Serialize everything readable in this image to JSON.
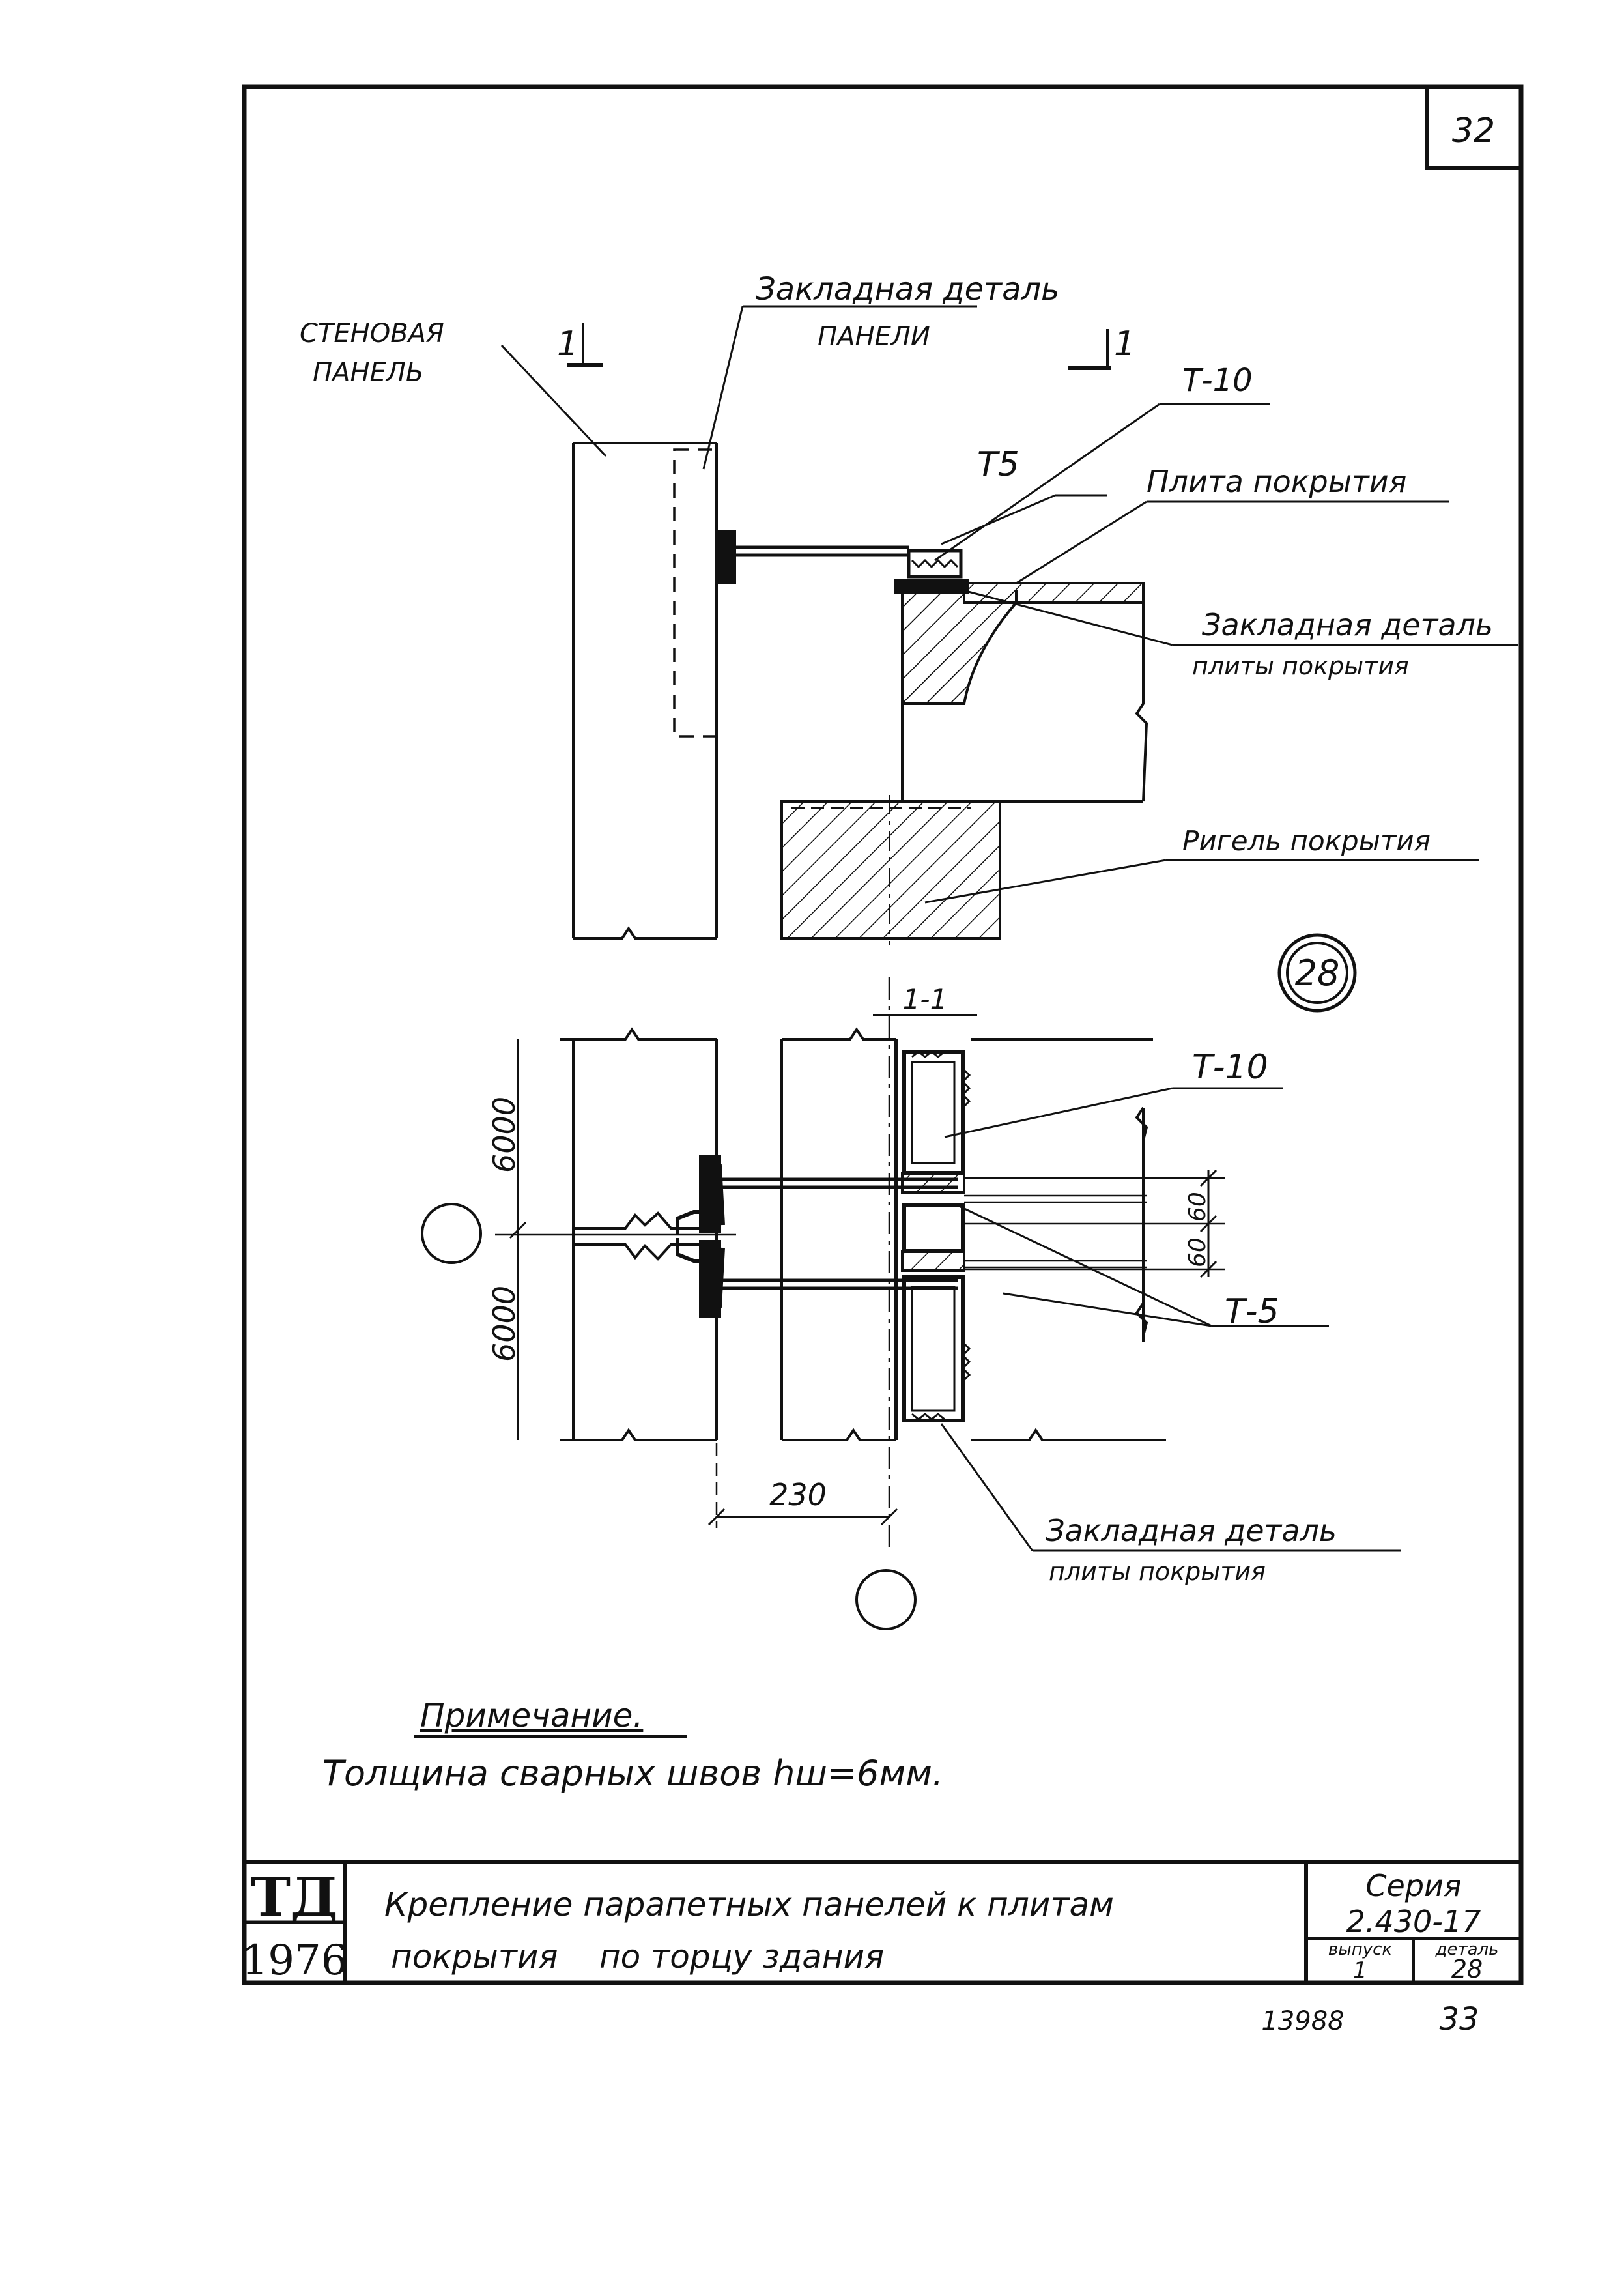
{
  "sheet": {
    "page_number": "32",
    "detail_circle": "28",
    "bottom_left_number": "13988",
    "bottom_right_number": "33"
  },
  "elevation_labels": {
    "wall_panel_line1": "СТЕНОВАЯ",
    "wall_panel_line2": "ПАНЕЛЬ",
    "embedded_panel_line1": "Закладная деталь",
    "embedded_panel_line2": "ПАНЕЛИ",
    "section_mark_left": "1",
    "section_mark_right": "1",
    "t10_top": "Т-10",
    "t5_top": "Т5",
    "roof_slab": "Плита покрытия",
    "embedded_slab_line1": "Закладная деталь",
    "embedded_slab_line2": "плиты покрытия",
    "roof_girder": "Ригель покрытия"
  },
  "section_labels": {
    "section_title": "1-1",
    "t10": "Т-10",
    "dim_6000_upper": "6000",
    "dim_6000_lower": "6000",
    "dim_60_upper": "60",
    "dim_60_lower": "60",
    "t5": "Т-5",
    "dim_230": "230",
    "embedded_slab_line1": "Закладная деталь",
    "embedded_slab_line2": "плиты покрытия"
  },
  "note": {
    "heading": "Примечание.",
    "text": "Толщина сварных швов hш=6мм."
  },
  "title_block": {
    "logo": "ТД",
    "year": "1976",
    "title_line1": "Крепление парапетных панелей к плитам",
    "title_line2": "покрытия    по торцу здания",
    "series_label": "Серия",
    "series_value": "2.430-17",
    "issue_label": "выпуск",
    "issue_value": "1",
    "detail_label": "деталь",
    "detail_value": "28"
  }
}
